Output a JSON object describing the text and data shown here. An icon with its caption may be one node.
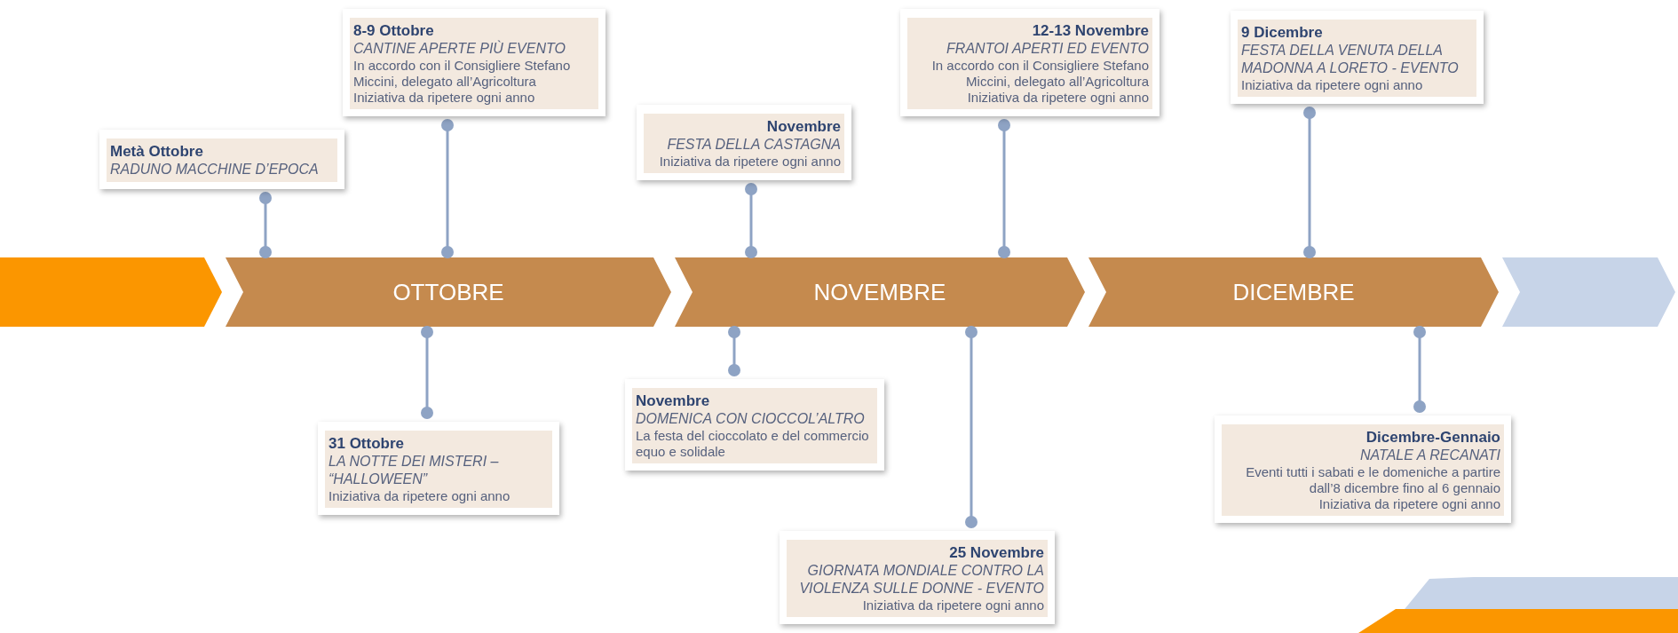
{
  "diagram": {
    "nodes": [
      {
        "text": [],
        "shape": "chevron"
      },
      {
        "text": [
          "OTTOBRE"
        ]
      },
      {
        "text": [
          "NOVEMBRE"
        ]
      },
      {
        "text": [
          "DICEMBRE"
        ]
      },
      {
        "text": [],
        "shape": "chevron"
      },
      {
        "text": [
          "Metà Ottobre",
          "RADUNO MACCHINE D’EPOCA"
        ]
      },
      {
        "text": [
          "8-9 Ottobre",
          "CANTINE APERTE PIÙ EVENTO",
          "In accordo con il Consigliere Stefano Miccini, delegato all’Agricoltura",
          "Iniziativa da ripetere ogni anno"
        ]
      },
      {
        "text": [
          "Novembre",
          "FESTA DELLA CASTAGNA",
          "Iniziativa da ripetere ogni anno"
        ]
      },
      {
        "text": [
          "12-13 Novembre",
          "FRANTOI APERTI ED EVENTO",
          "In accordo con il Consigliere Stefano Miccini, delegato all’Agricoltura",
          "Iniziativa da ripetere ogni anno"
        ]
      },
      {
        "text": [
          "9 Dicembre",
          "FESTA DELLA VENUTA DELLA MADONNA A LORETO - EVENTO",
          "Iniziativa da ripetere ogni anno"
        ]
      },
      {
        "text": [
          "31 Ottobre",
          "LA NOTTE DEI MISTERI – “HALLOWEEN”",
          "Iniziativa da ripetere ogni anno"
        ]
      },
      {
        "text": [
          "Novembre",
          "DOMENICA CON CIOCCOL’ALTRO",
          "La festa del cioccolato e del commercio equo e solidale"
        ]
      },
      {
        "text": [
          "25 Novembre",
          "GIORNATA MONDIALE CONTRO LA VIOLENZA SULLE DONNE - EVENTO",
          "Iniziativa da ripetere ogni anno"
        ]
      },
      {
        "text": [
          "Dicembre-Gennaio",
          "NATALE A RECANATI",
          "Eventi tutti i sabati e le domeniche a partire dall’8 dicembre fino al 6 gennaio",
          "Iniziativa da ripetere ogni anno"
        ]
      }
    ],
    "edges": [
      {
        "from": 5,
        "to": 1,
        "arrow": "other"
      },
      {
        "from": 6,
        "to": 1,
        "arrow": "other"
      },
      {
        "from": 7,
        "to": 2,
        "arrow": "other"
      },
      {
        "from": 8,
        "to": 2,
        "arrow": "other"
      },
      {
        "from": 9,
        "to": 3,
        "arrow": "other"
      },
      {
        "from": 10,
        "to": 1,
        "arrow": "other"
      },
      {
        "from": 11,
        "to": 2,
        "arrow": "other"
      },
      {
        "from": 12,
        "to": 2,
        "arrow": "other"
      },
      {
        "from": 13,
        "to": 3,
        "arrow": "other"
      }
    ]
  }
}
